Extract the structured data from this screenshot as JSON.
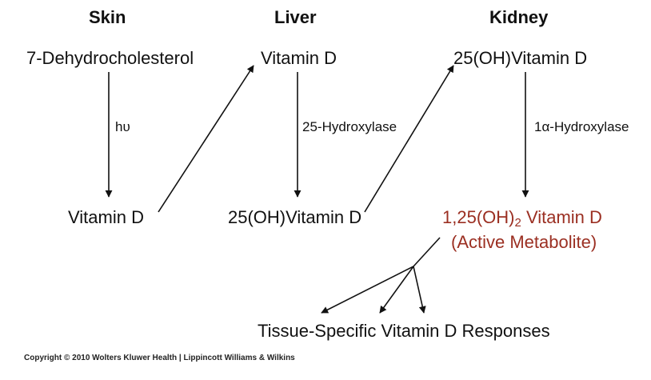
{
  "columns": {
    "skin": "Skin",
    "liver": "Liver",
    "kidney": "Kidney"
  },
  "nodes": {
    "dehydrocholesterol": "7-Dehydrocholesterol",
    "skin_vitamin_d": "Vitamin D",
    "liver_vitamin_d": "Vitamin D",
    "liver_25oh": "25(OH)Vitamin D",
    "kidney_25oh": "25(OH)Vitamin D",
    "active_line1_prefix": "1,25(OH)",
    "active_line1_sub": "2",
    "active_line1_suffix": " Vitamin D",
    "active_line2": "(Active Metabolite)",
    "responses": "Tissue-Specific Vitamin D Responses"
  },
  "enzymes": {
    "uv": "hυ",
    "hydroxylase_25": "25-Hydroxylase",
    "hydroxylase_1a": "1α-Hydroxylase"
  },
  "copyright": "Copyright © 2010 Wolters Kluwer Health | Lippincott Williams & Wilkins",
  "colors": {
    "active_metabolite": "#9b2f22",
    "arrow": "#111111"
  }
}
